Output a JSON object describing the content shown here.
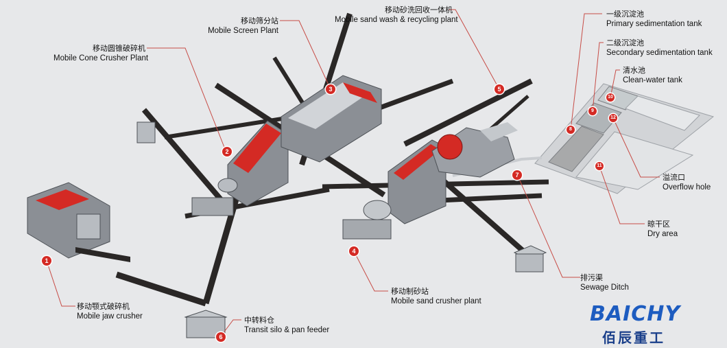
{
  "colors": {
    "background": "#e7e8ea",
    "conveyor": "#2a2726",
    "accent_red": "#d42a24",
    "machine_grey": "#8b8f95",
    "leader_line": "#c74b45",
    "logo_blue": "#1d5cc0"
  },
  "stations": [
    {
      "id": 1,
      "cn": "移动颚式破碎机",
      "en": "Mobile jaw crusher"
    },
    {
      "id": 2,
      "cn": "移动圆锥破碎机",
      "en": "Mobile Cone Crusher Plant"
    },
    {
      "id": 3,
      "cn": "移动筛分站",
      "en": "Mobile Screen Plant"
    },
    {
      "id": 4,
      "cn": "移动制砂站",
      "en": "Mobile sand crusher plant"
    },
    {
      "id": 5,
      "cn": "移动砂洗回收一体机",
      "en": "Mobile sand wash & recycling plant"
    },
    {
      "id": 6,
      "cn": "中转料仓",
      "en": "Transit silo & pan feeder"
    },
    {
      "id": 7,
      "cn": "排污渠",
      "en": "Sewage Ditch"
    },
    {
      "id": 8,
      "cn": "一级沉淀池",
      "en": "Primary sedimentation tank"
    },
    {
      "id": 9,
      "cn": "二级沉淀池",
      "en": "Secondary sedimentation tank"
    },
    {
      "id": 10,
      "cn": "清水池",
      "en": "Clean-water tank"
    },
    {
      "id": 11,
      "cn": "晾干区",
      "en": "Dry area"
    },
    {
      "id": 12,
      "cn": "溢流口",
      "en": "Overflow hole"
    }
  ],
  "logo": {
    "brand": "BAICHY",
    "brand_cn": "佰辰重工"
  }
}
